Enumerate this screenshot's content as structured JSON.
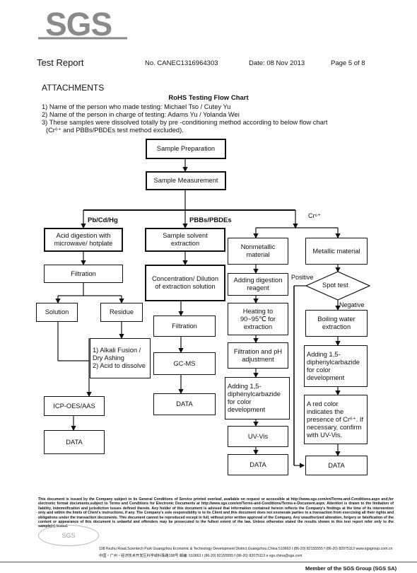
{
  "header": {
    "logo_text": "SGS",
    "report_title": "Test Report",
    "report_no": "No. CANEC1316964303",
    "date": "Date: 08 Nov 2013",
    "page": "Page 5 of 8"
  },
  "section_title": "ATTACHMENTS",
  "flow_title": "RoHS Testing Flow Chart",
  "notes": [
    "1) Name of the person who made testing:  Michael Tso / Cutey Yu",
    "2) Name of the person in charge of testing:  Adams Yu / Yolanda Wei",
    "3) These samples were dissolved totally by pre -conditioning method according to below flow chart",
    "(Cr⁶⁺ and PBBs/PBDEs test method excluded)."
  ],
  "flow": {
    "sample_prep": "Sample Preparation",
    "sample_meas": "Sample Measurement",
    "branch_pb": "Pb/Cd/Hg",
    "branch_pbb": "PBBs/PBDEs",
    "branch_cr": "Cr⁶⁺",
    "acid_digestion": "Acid digestion with microwave/ hotplate",
    "filtration1": "Filtration",
    "solution": "Solution",
    "residue": "Residue",
    "alkali": "1) Alkali Fusion / Dry Ashing\n2) Acid to dissolve",
    "icp": "ICP-OES/AAS",
    "data1": "DATA",
    "solvent": "Sample solvent extraction",
    "concentration": "Concentration/ Dilution of extraction solution",
    "filtration2": "Filtration",
    "gcms": "GC-MS",
    "data2": "DATA",
    "nonmetallic": "Nonmetallic material",
    "adding_digestion": "Adding digestion reagent",
    "heating": "Heating to 90~95℃ for extraction",
    "filtration_ph": "Filtration and pH adjustment",
    "adding_dpc1": "Adding 1,5-diphenylcarbazide for color development",
    "uvvis": "UV-Vis",
    "data3": "DATA",
    "metallic": "Metallic material",
    "spot_test": "Spot test",
    "positive": "Positive",
    "negative": "Negative",
    "boiling": "Boiling water extraction",
    "adding_dpc2": "Adding 1,5-diphenylcarbazide for color development",
    "red_color": "A red color indicates the presence of Cr⁶⁺. If necessary, confirm with UV-Vis.",
    "data4": "DATA"
  },
  "footer": {
    "disclaimer": "This document is issued by the Company subject to its General Conditions of Service printed overleaf, available on request or accessible at http://www.sgs.com/en/Terms-and-Conditions.aspx and,for electronic format documents,subject to Terms and Conditions for Electronic Documents at http://www.sgs.com/en/Terms-and-Conditions/Terms-e-Document.aspx. Attention is drawn to the limitation of liability, indemnification and jurisdiction issues defined therein. Any holder of this document is advised that information contained hereon reflects the Company's findings at the time of its intervention only and within the limits of Client's instructions, if any. The Company's sole responsibility is to its Client and this document does not exonerate parties to a transaction from exercising all their rights and obligations under the transaction documents. This document cannot be reproduced except in full, without prior written approval of the Company. Any unauthorized alteration, forgery or falsification of the content or appearance of this document is unlawful and offenders may be prosecuted to the fullest extent of the law. Unless otherwise stated the results shown in this test report refer only to the sample(s) tested.",
    "address_en": "198 Kezhu Road,Scientech Park Guangzhou Economic & Technology Development District,Guangzhou,China   510663   t (86-20) 82155555   f (86-20) 82075113   www.sgsgroup.com.cn",
    "address_cn": "中国・广州・经济技术开发区科学城科珠路198号          邮编: 510663   t (86-20) 82155555   f (86-20) 82075113   e sgs.china@sgs.com",
    "stamp_text": "SGS",
    "member": "Member of the SGS Group (SGS SA)"
  },
  "colors": {
    "logo_grey": "#8a8a8a",
    "line": "#111111"
  }
}
